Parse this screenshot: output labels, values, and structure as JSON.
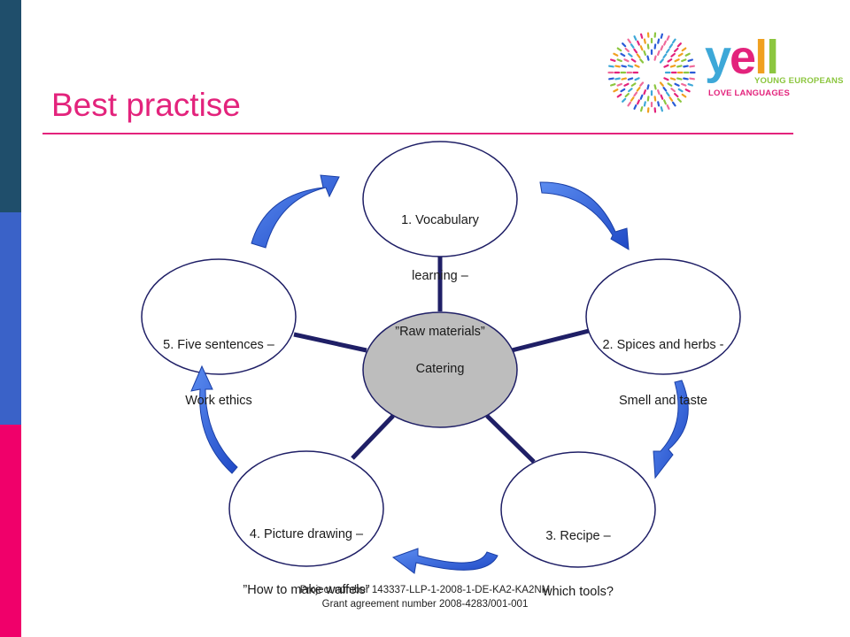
{
  "slide": {
    "title": "Best practise",
    "footer_line1": "Project number 143337-LLP-1-2008-1-DE-KA2-KA2NM",
    "footer_line2": "Grant agreement number 2008-4283/001-001"
  },
  "logo": {
    "word_y": "y",
    "word_e": "e",
    "word_l1": "l",
    "word_l2": "l",
    "tag_line1": "YOUNG EUROPEANS",
    "tag_line2": "LOVE LANGUAGES"
  },
  "colors": {
    "accent_pink": "#e3237c",
    "arrow_blue": "#2a5bd7",
    "spoke_navy": "#1f1f66",
    "center_grey": "#bdbdbd"
  },
  "diagram": {
    "center": {
      "label": "Catering"
    },
    "nodes": [
      {
        "line1": "1. Vocabulary",
        "line2": "learning –",
        "line3": "”Raw materials”"
      },
      {
        "line1": "2. Spices and herbs -",
        "line2": "Smell and taste"
      },
      {
        "line1": "3. Recipe –",
        "line2": "which tools?"
      },
      {
        "line1": "4. Picture drawing –",
        "line2": "”How to make waffels”"
      },
      {
        "line1": "5. Five sentences –",
        "line2": "Work ethics"
      }
    ]
  }
}
